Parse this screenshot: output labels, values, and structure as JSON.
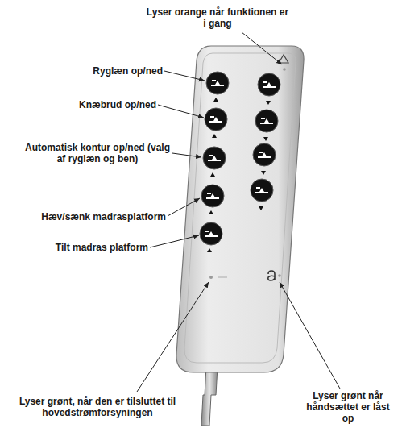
{
  "diagram": {
    "labels": [
      "Lyser orange når funktionen er i gang",
      "Ryglæn op/ned",
      "Knæbrud op/ned",
      "Automatisk kontur op/ned (valg af ryglæn og ben)",
      "Hæv/sænk madrasplatform",
      "Tilt madras platform",
      "Lyser grønt, når den er tilsluttet til hovedstrømforsyningen",
      "Lyser grønt når håndsættet er låst op"
    ]
  }
}
